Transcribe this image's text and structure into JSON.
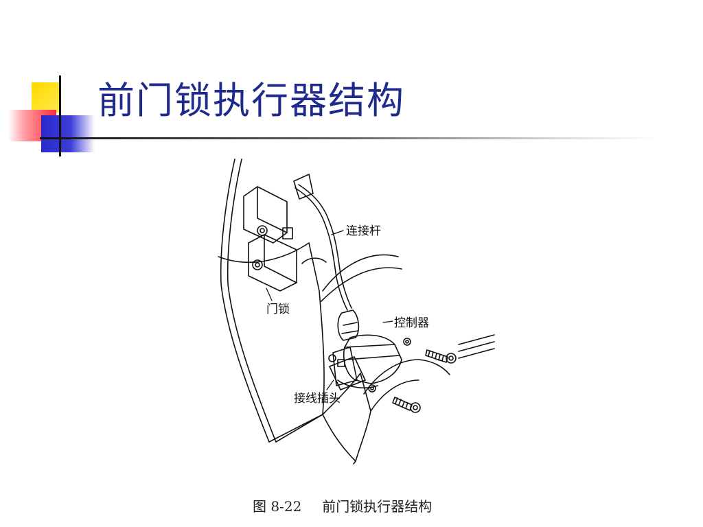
{
  "slide": {
    "title": "前门锁执行器结构"
  },
  "figure": {
    "labels": {
      "rod": "连接杆",
      "lock": "门锁",
      "controller": "控制器",
      "connector": "接线插头"
    },
    "caption_number": "图 8-22",
    "caption_text": "前门锁执行器结构"
  }
}
